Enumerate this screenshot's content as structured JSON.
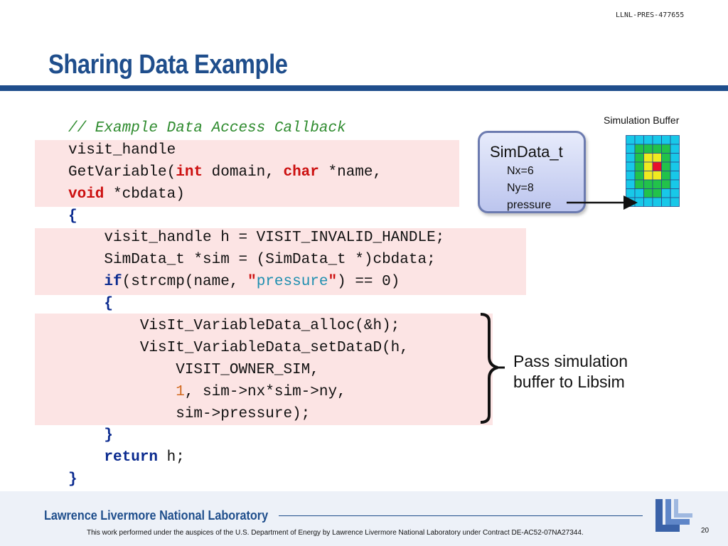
{
  "slide": {
    "doc_id": "LLNL-PRES-477655",
    "title": "Sharing Data Example",
    "page_number": "20"
  },
  "code": {
    "l01": "// Example Data Access Callback",
    "l02": "visit_handle",
    "l03_a": "GetVariable(",
    "l03_b": "int",
    "l03_c": " domain, ",
    "l03_d": "char",
    "l03_e": " *name,",
    "l04_a": "void",
    "l04_b": " *cbdata)",
    "l05": "{",
    "l06": "    visit_handle h = VISIT_INVALID_HANDLE;",
    "l07": "    SimData_t *sim = (SimData_t *)cbdata;",
    "l08_a": "    ",
    "l08_b": "if",
    "l08_c": "(strcmp(name, ",
    "l08_d": "\"",
    "l08_e": "pressure",
    "l08_f": "\"",
    "l08_g": ") == 0)",
    "l09": "    {",
    "l10": "        VisIt_VariableData_alloc(&h);",
    "l11": "        VisIt_VariableData_setDataD(h,",
    "l12": "            VISIT_OWNER_SIM,",
    "l13_a": "            ",
    "l13_b": "1",
    "l13_c": ", sim->nx*sim->ny,",
    "l14": "            sim->pressure);",
    "l15": "    }",
    "l16_a": "    ",
    "l16_b": "return",
    "l16_c": " h;",
    "l17": "}"
  },
  "simulation_buffer": {
    "label": "Simulation Buffer",
    "grid_rows": [
      [
        3,
        3,
        3,
        3,
        3,
        3
      ],
      [
        3,
        2,
        2,
        2,
        2,
        3
      ],
      [
        3,
        2,
        1,
        1,
        2,
        3
      ],
      [
        3,
        2,
        1,
        0,
        2,
        3
      ],
      [
        3,
        2,
        1,
        1,
        2,
        3
      ],
      [
        3,
        2,
        2,
        2,
        2,
        3
      ],
      [
        3,
        3,
        2,
        2,
        3,
        3
      ],
      [
        3,
        3,
        3,
        3,
        3,
        3
      ]
    ],
    "palette": [
      "#e8102a",
      "#f0ea20",
      "#22c24a",
      "#18c8e8"
    ]
  },
  "simdata_box": {
    "title": "SimData_t",
    "fields": [
      "Nx=6",
      "Ny=8",
      "pressure"
    ]
  },
  "annotation": {
    "line1": "Pass simulation",
    "line2": "buffer to Libsim"
  },
  "footer": {
    "lab_name": "Lawrence Livermore National Laboratory",
    "note": "This work performed under the auspices of the U.S. Department of Energy by Lawrence Livermore National Laboratory under Contract DE-AC52-07NA27344."
  },
  "colors": {
    "brand_blue": "#1f4e8c",
    "highlight": "#fce4e4",
    "keyword": "#cc1010",
    "comment": "#2e8b2e",
    "string": "#1f8fb0"
  }
}
